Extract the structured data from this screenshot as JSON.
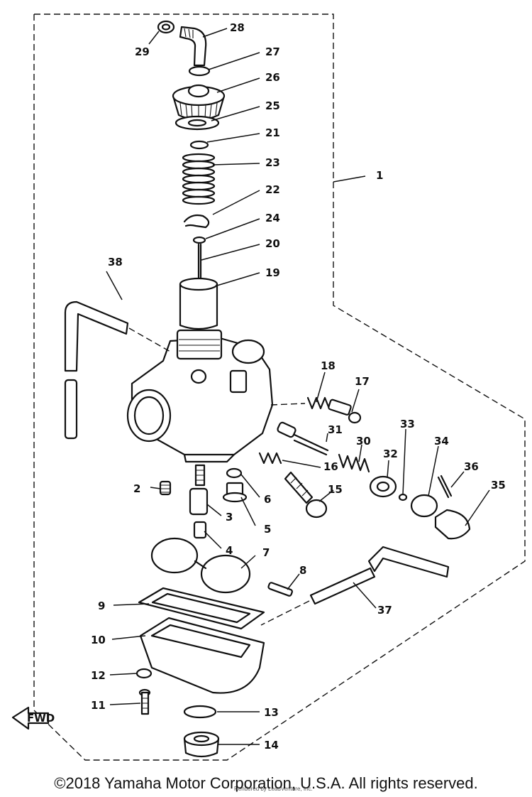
{
  "diagram": {
    "callouts": [
      {
        "id": "1",
        "label": "1"
      },
      {
        "id": "2",
        "label": "2"
      },
      {
        "id": "3",
        "label": "3"
      },
      {
        "id": "4",
        "label": "4"
      },
      {
        "id": "5",
        "label": "5"
      },
      {
        "id": "6",
        "label": "6"
      },
      {
        "id": "7",
        "label": "7"
      },
      {
        "id": "8",
        "label": "8"
      },
      {
        "id": "9",
        "label": "9"
      },
      {
        "id": "10",
        "label": "10"
      },
      {
        "id": "11",
        "label": "11"
      },
      {
        "id": "12",
        "label": "12"
      },
      {
        "id": "13",
        "label": "13"
      },
      {
        "id": "14",
        "label": "14"
      },
      {
        "id": "15",
        "label": "15"
      },
      {
        "id": "16",
        "label": "16"
      },
      {
        "id": "17",
        "label": "17"
      },
      {
        "id": "18",
        "label": "18"
      },
      {
        "id": "19",
        "label": "19"
      },
      {
        "id": "20",
        "label": "20"
      },
      {
        "id": "21",
        "label": "21"
      },
      {
        "id": "22",
        "label": "22"
      },
      {
        "id": "23",
        "label": "23"
      },
      {
        "id": "24",
        "label": "24"
      },
      {
        "id": "25",
        "label": "25"
      },
      {
        "id": "26",
        "label": "26"
      },
      {
        "id": "27",
        "label": "27"
      },
      {
        "id": "28",
        "label": "28"
      },
      {
        "id": "29",
        "label": "29"
      },
      {
        "id": "30",
        "label": "30"
      },
      {
        "id": "31",
        "label": "31"
      },
      {
        "id": "32",
        "label": "32"
      },
      {
        "id": "33",
        "label": "33"
      },
      {
        "id": "34",
        "label": "34"
      },
      {
        "id": "35",
        "label": "35"
      },
      {
        "id": "36",
        "label": "36"
      },
      {
        "id": "37",
        "label": "37"
      },
      {
        "id": "38",
        "label": "38"
      }
    ],
    "fwd_label": "FWD"
  },
  "footer": {
    "copyright": "©2018 Yamaha Motor Corporation, U.S.A. All rights reserved.",
    "watermark_credit": "Rendered by LeadVenture, Inc."
  }
}
